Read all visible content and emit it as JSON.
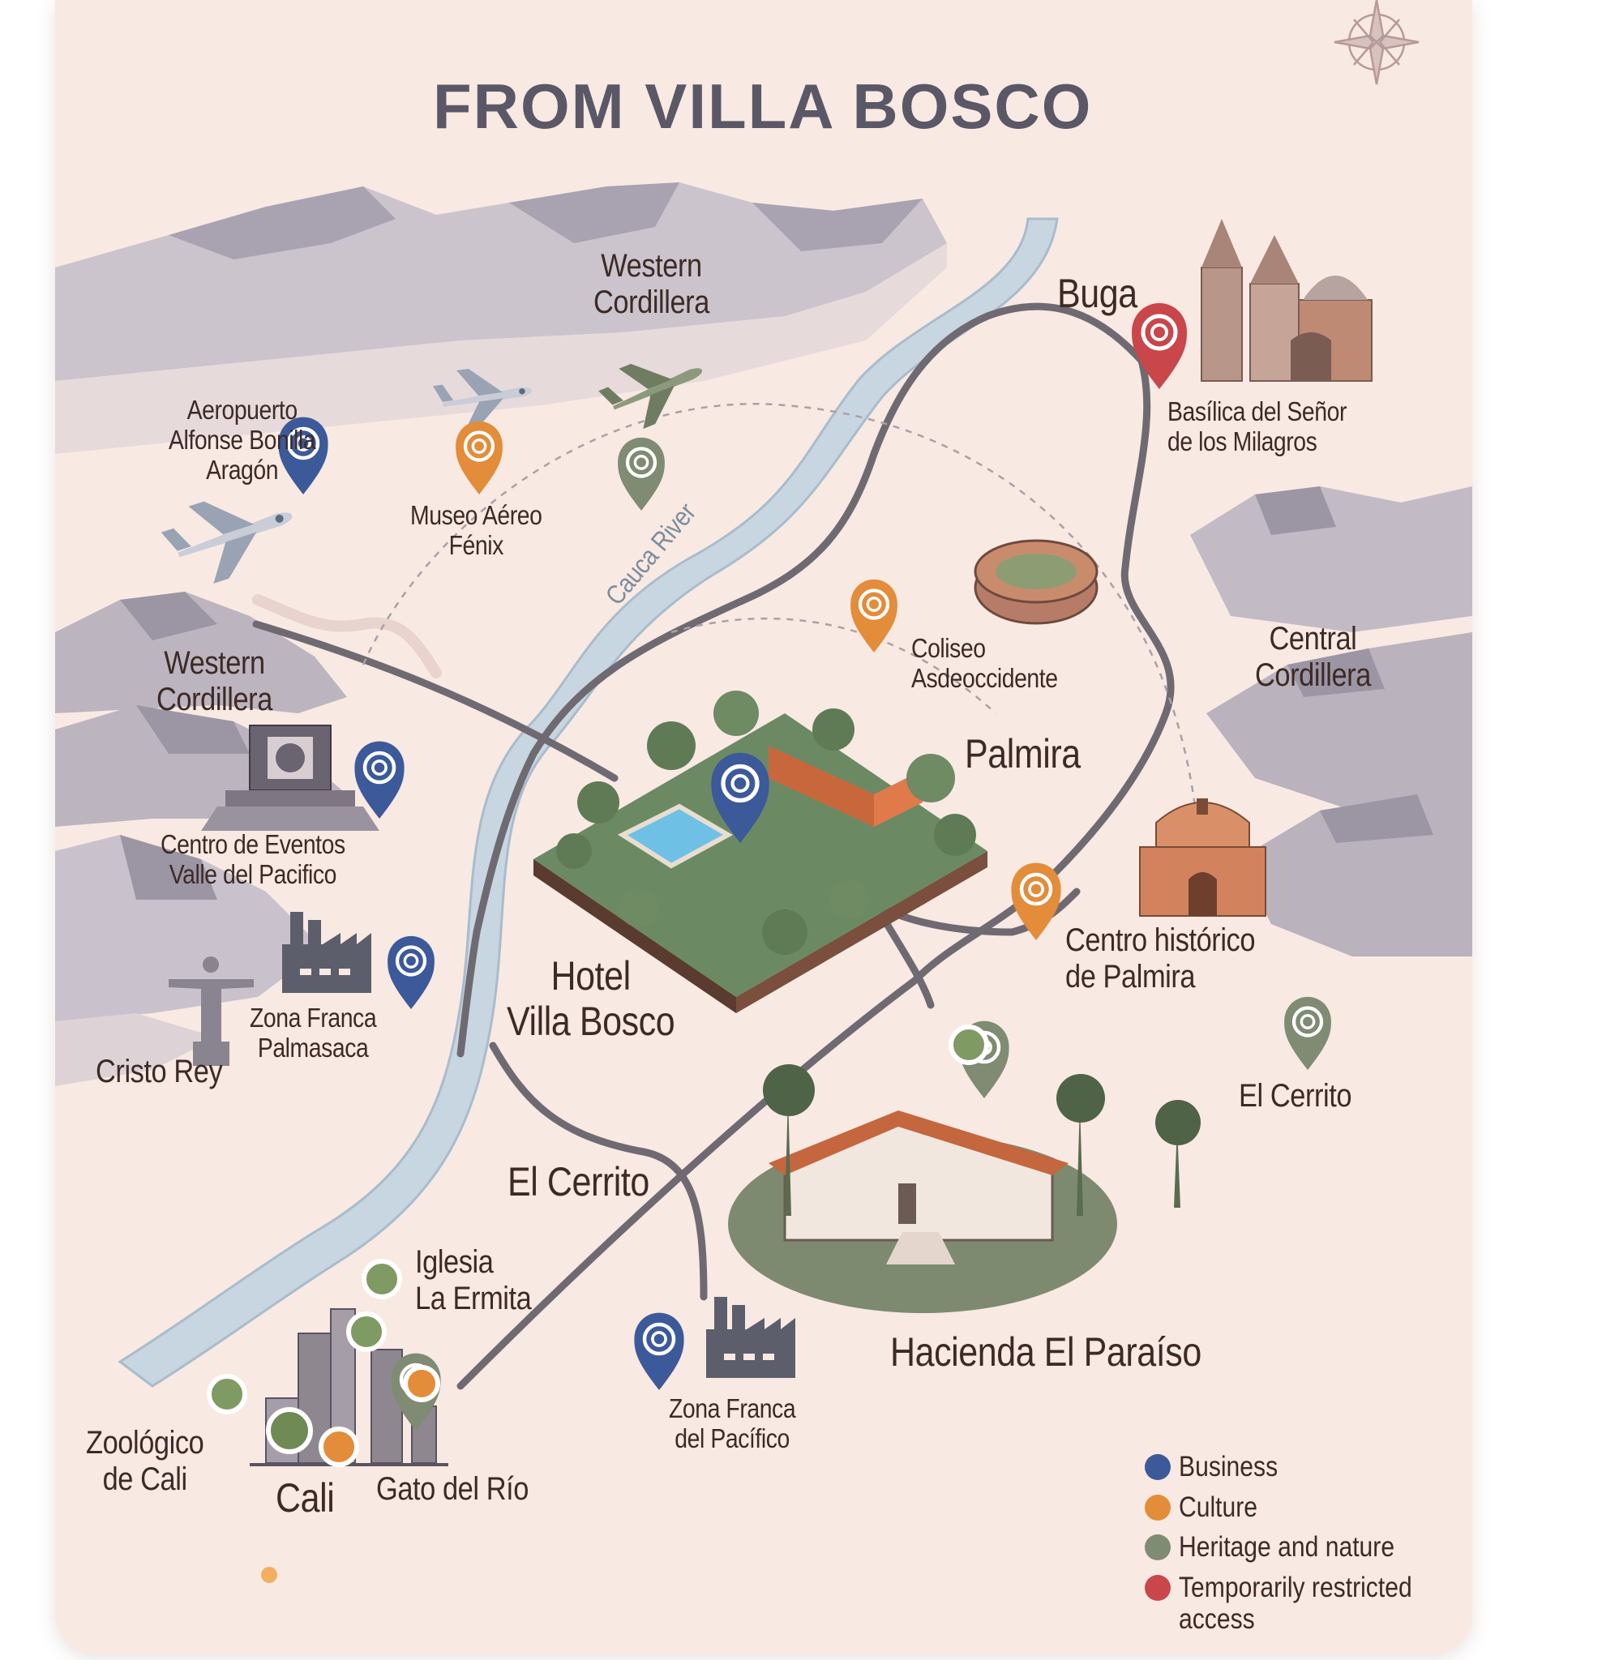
{
  "title": "FROM VILLA BOSCO",
  "colors": {
    "background": "#f8e9e3",
    "mountain": "#b3acb8",
    "river": "#bccfdc",
    "road": "#6f6a72",
    "business": "#3c5a99",
    "culture": "#e38c3a",
    "heritage": "#7f8b72",
    "restricted": "#c9464a"
  },
  "labels": {
    "western_cordillera_north": "Western\nCordillera",
    "western_cordillera_west": "Western\nCordillera",
    "central_cordillera": "Central\nCordillera",
    "cauca_river": "Cauca River",
    "buga": "Buga",
    "basilica": "Basílica del Señor\nde los Milagros",
    "aeropuerto": "Aeropuerto\nAlfonse Bonilla\nAragón",
    "museo": "Museo Aéreo\nFénix",
    "coliseo": "Coliseo\nAsdeoccidente",
    "palmira": "Palmira",
    "centro_eventos": "Centro de Eventos\nValle del Pacifico",
    "hotel": "Hotel\nVilla Bosco",
    "centro_historico": "Centro histórico\nde Palmira",
    "zona_franca_palmasaca": "Zona Franca\nPalmasaca",
    "cristo_rey": "Cristo Rey",
    "el_cerrito_center": "El Cerrito",
    "el_cerrito_east": "El Cerrito",
    "hacienda": "Hacienda El Paraíso",
    "iglesia": "Iglesia\nLa Ermita",
    "zoologico": "Zoológico\nde Cali",
    "cali": "Cali",
    "gato": "Gato del Río",
    "zona_franca_pacifico": "Zona Franca\ndel Pacífico"
  },
  "legend": {
    "items": [
      {
        "label": "Business",
        "color": "#3c5a99"
      },
      {
        "label": "Culture",
        "color": "#e38c3a"
      },
      {
        "label": "Heritage and nature",
        "color": "#7f8b72"
      },
      {
        "label": "Temporarily restricted\naccess",
        "color": "#c9464a"
      }
    ]
  },
  "icons": [
    "compass-rose-icon",
    "map-pin-icon",
    "airplane-icon",
    "factory-icon",
    "stadium-icon",
    "church-icon",
    "cathedral-icon",
    "statue-icon",
    "hotel-icon",
    "hacienda-icon",
    "city-skyline-icon",
    "convention-center-icon"
  ]
}
